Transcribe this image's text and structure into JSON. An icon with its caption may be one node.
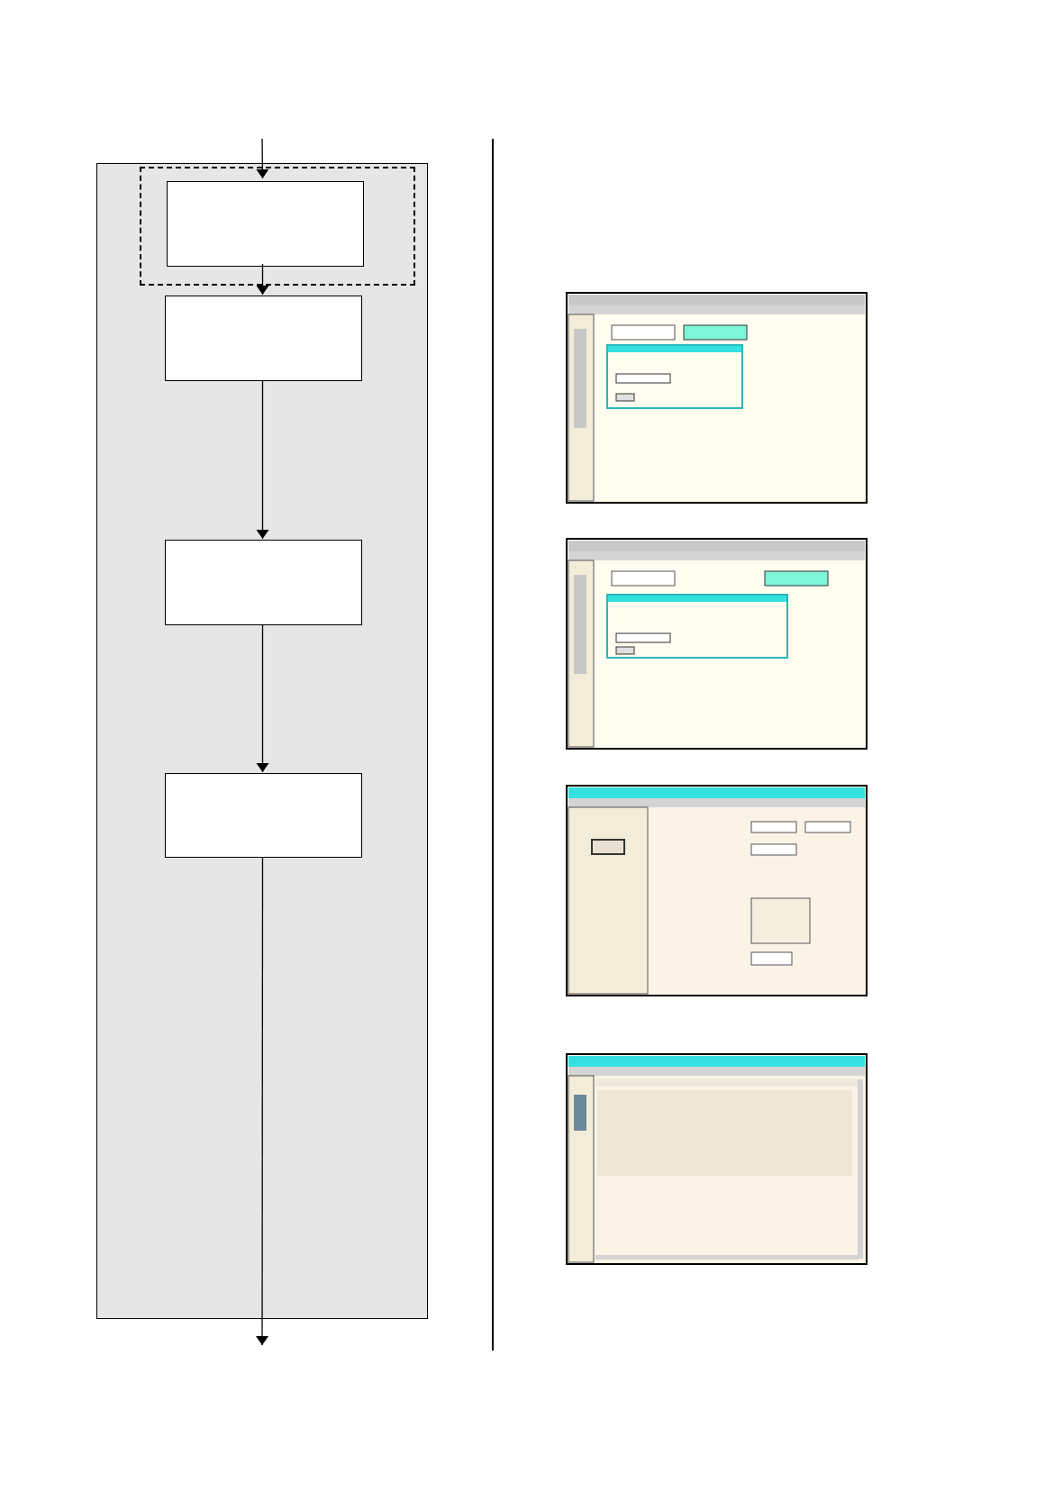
{
  "diagram": {
    "nodes": [
      {
        "text": [],
        "shape": "box"
      },
      {
        "text": [],
        "shape": "box",
        "in": 0
      },
      {
        "text": [],
        "shape": "box",
        "in": 1
      },
      {
        "text": [],
        "shape": "box",
        "in": 0
      },
      {
        "text": [],
        "shape": "box",
        "in": 0
      },
      {
        "text": [],
        "shape": "box",
        "in": 0
      }
    ],
    "edges": [
      {
        "from": null,
        "to": 2,
        "arrow": "to"
      },
      {
        "from": 2,
        "to": 3,
        "arrow": "to"
      },
      {
        "from": 3,
        "to": 4,
        "arrow": "to"
      },
      {
        "from": 4,
        "to": 5,
        "arrow": "to"
      },
      {
        "from": 5,
        "to": null,
        "arrow": "to"
      }
    ]
  }
}
